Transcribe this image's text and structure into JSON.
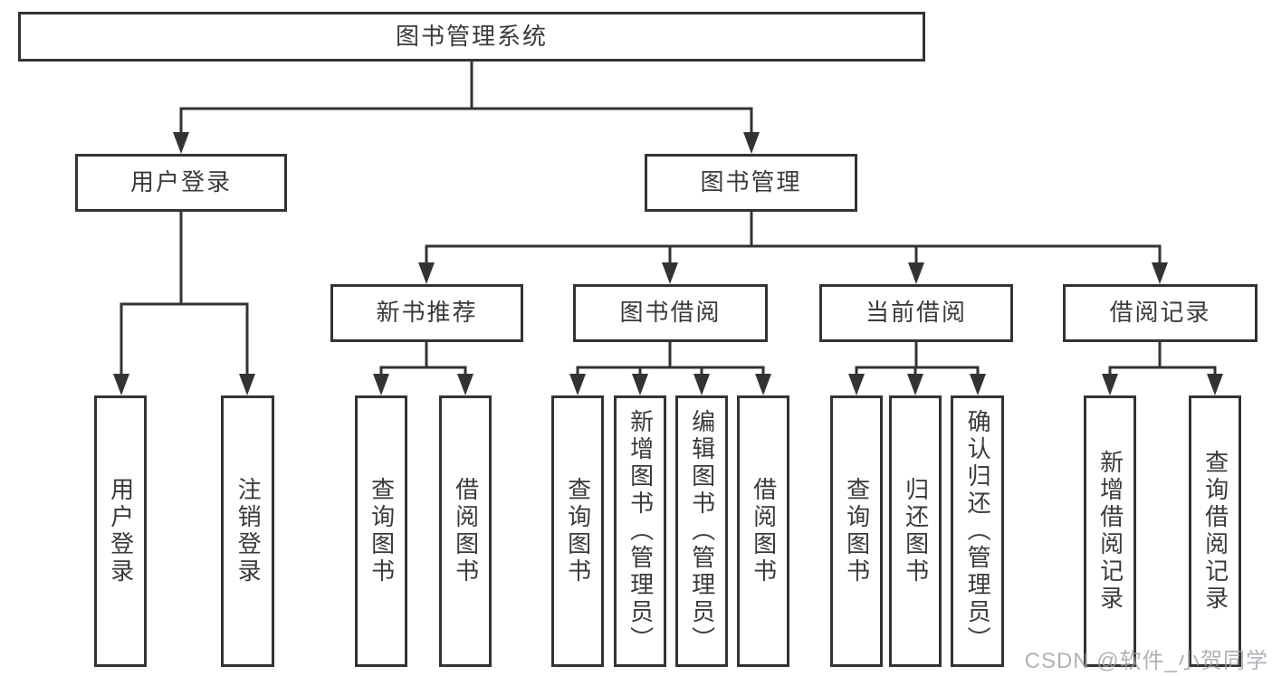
{
  "diagram": {
    "root": {
      "label": "图书管理系统",
      "children": [
        {
          "label": "用户登录",
          "children": [
            {
              "label": "用户登录"
            },
            {
              "label": "注销登录"
            }
          ]
        },
        {
          "label": "图书管理",
          "children": [
            {
              "label": "新书推荐",
              "children": [
                {
                  "label": "查询图书"
                },
                {
                  "label": "借阅图书"
                }
              ]
            },
            {
              "label": "图书借阅",
              "children": [
                {
                  "label": "查询图书"
                },
                {
                  "label": "新增图书（管理员）"
                },
                {
                  "label": "编辑图书（管理员）"
                },
                {
                  "label": "借阅图书"
                }
              ]
            },
            {
              "label": "当前借阅",
              "children": [
                {
                  "label": "查询图书"
                },
                {
                  "label": "归还图书"
                },
                {
                  "label": "确认归还（管理员）"
                }
              ]
            },
            {
              "label": "借阅记录",
              "children": [
                {
                  "label": "新增借阅记录"
                },
                {
                  "label": "查询借阅记录"
                }
              ]
            }
          ]
        }
      ]
    },
    "watermark": "CSDN @软件_小贺同学",
    "colors": {
      "line": "#333333",
      "text": "#3a3a3a",
      "box_background": "#ffffff",
      "watermark": "#9aa0a6"
    }
  }
}
